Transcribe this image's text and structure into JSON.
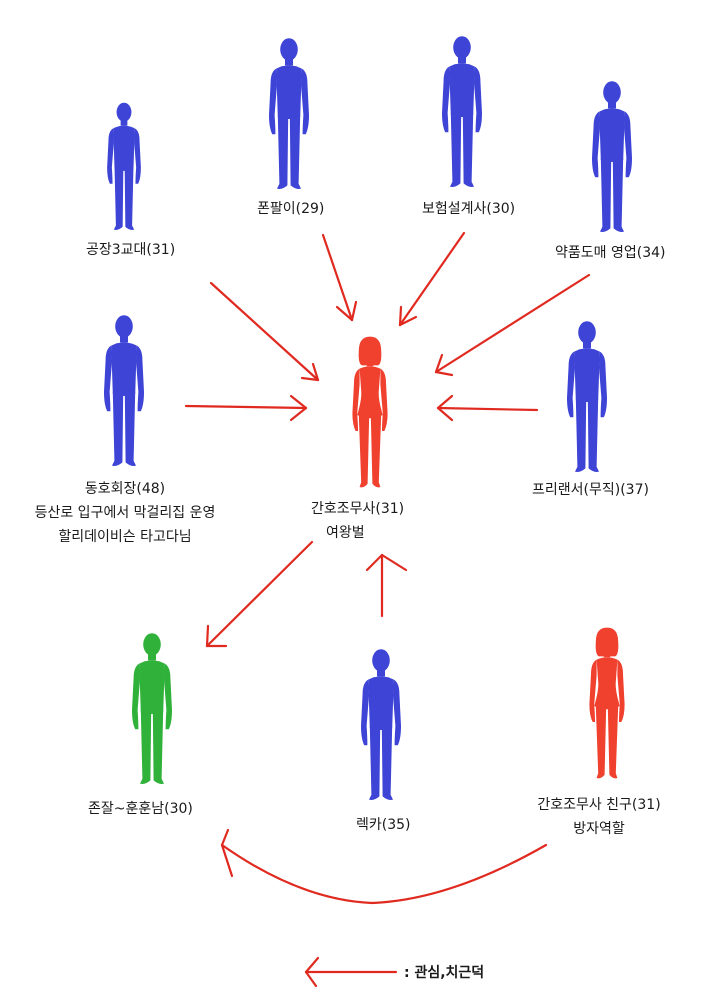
{
  "colors": {
    "blue": "#3d44d6",
    "red": "#f0412f",
    "green": "#2fb13a",
    "arrow": "#e02a20"
  },
  "people": [
    {
      "id": "factory-worker",
      "color": "blue",
      "lines": [
        "공장3교대(31)"
      ]
    },
    {
      "id": "phone-seller",
      "color": "blue",
      "lines": [
        "폰팔이(29)"
      ]
    },
    {
      "id": "insurance-planner",
      "color": "blue",
      "lines": [
        "보험설계사(30)"
      ]
    },
    {
      "id": "pharma-sales",
      "color": "blue",
      "lines": [
        "약품도매 영업(34)"
      ]
    },
    {
      "id": "club-president",
      "color": "blue",
      "lines": [
        "동호회장(48)",
        "등산로 입구에서 막걸리집 운영",
        "할리데이비슨 타고다님"
      ]
    },
    {
      "id": "nurse-aide",
      "color": "red",
      "lines": [
        "간호조무사(31)",
        "여왕벌"
      ]
    },
    {
      "id": "freelancer",
      "color": "blue",
      "lines": [
        "프리랜서(무직)(37)"
      ]
    },
    {
      "id": "handsome-guy",
      "color": "green",
      "lines": [
        "존잘~훈훈남(30)"
      ]
    },
    {
      "id": "lekka",
      "color": "blue",
      "lines": [
        "렉카(35)"
      ]
    },
    {
      "id": "nurse-aide-friend",
      "color": "red",
      "lines": [
        "간호조무사 친구(31)",
        "방자역할"
      ]
    }
  ],
  "legend": {
    "text": ": 관심,치근덕"
  }
}
